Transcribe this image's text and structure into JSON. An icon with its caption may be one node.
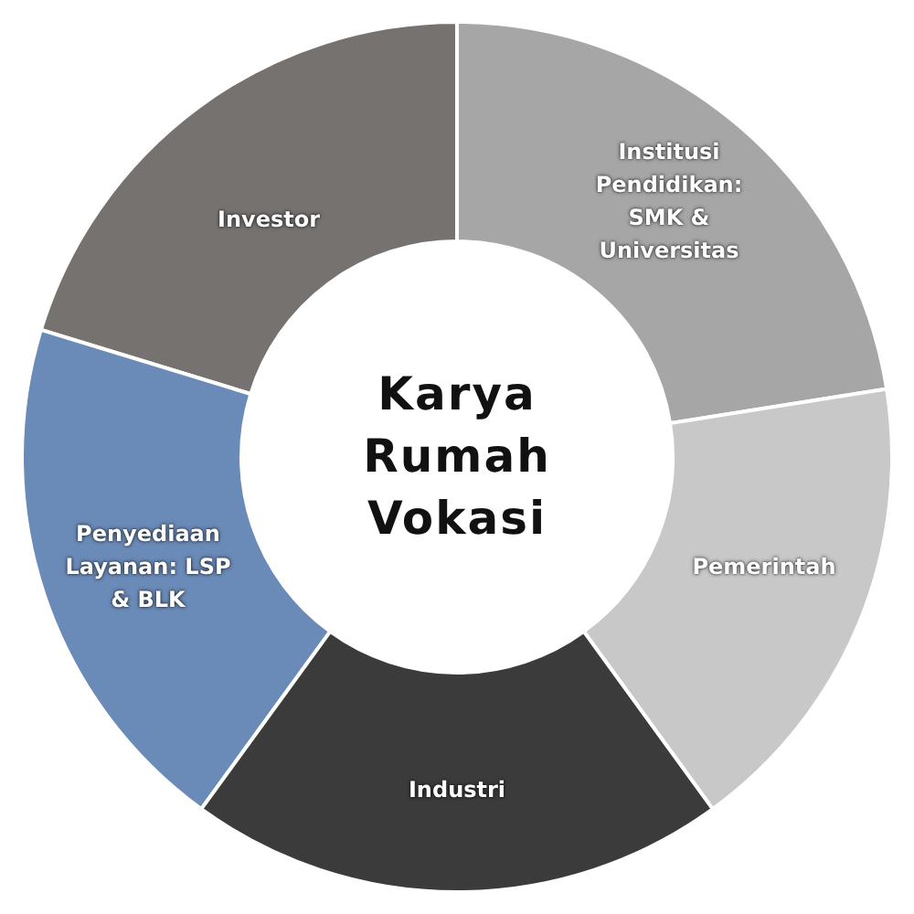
{
  "diagram": {
    "nodes": [
      {
        "text": [
          "Investor"
        ]
      },
      {
        "text": [
          "Institusi Pendidikan: SMK & Universitas"
        ]
      },
      {
        "text": [
          "Karya Rumah Vokasi"
        ]
      },
      {
        "text": [
          "Pemerintah"
        ]
      },
      {
        "text": [
          "Penyediaan Layanan: LSP & BLK"
        ]
      },
      {
        "text": [
          "Industri"
        ]
      }
    ]
  }
}
